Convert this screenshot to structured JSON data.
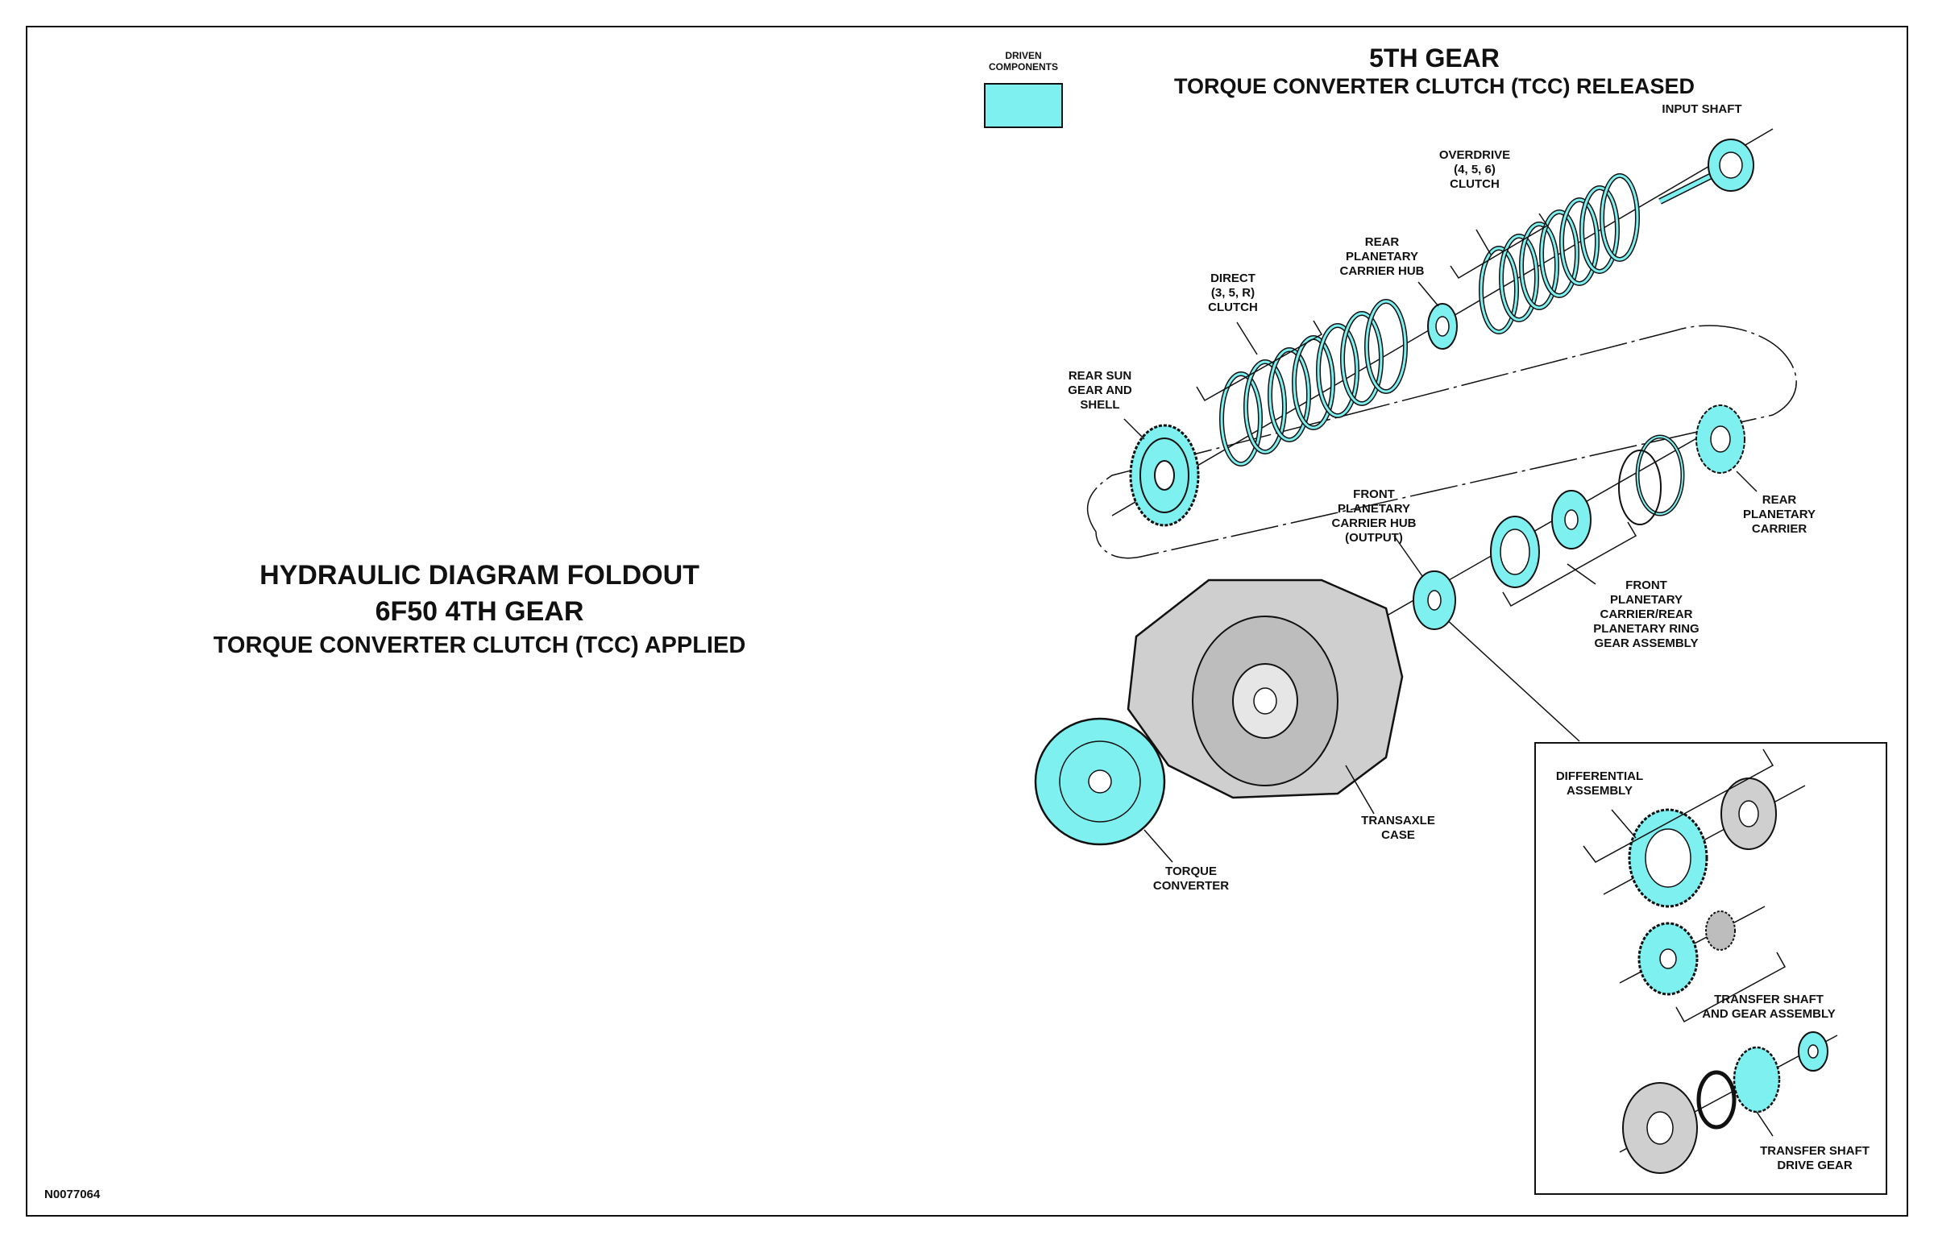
{
  "foldout": {
    "line1": "HYDRAULIC DIAGRAM FOLDOUT",
    "line2": "6F50 4TH GEAR",
    "line3": "TORQUE CONVERTER CLUTCH (TCC) APPLIED"
  },
  "header": {
    "title": "5TH GEAR",
    "subtitle": "TORQUE CONVERTER CLUTCH (TCC) RELEASED"
  },
  "legend": {
    "label": "DRIVEN\nCOMPONENTS",
    "color": "#7ff0f0"
  },
  "colors": {
    "driven": "#7ff0f0",
    "line": "#111111",
    "case": "#cfcfcf"
  },
  "labels": {
    "input_shaft": "INPUT SHAFT",
    "overdrive_clutch": "OVERDRIVE\n(4, 5, 6)\nCLUTCH",
    "rear_planetary_carrier_hub": "REAR\nPLANETARY\nCARRIER HUB",
    "direct_clutch": "DIRECT\n(3, 5, R)\nCLUTCH",
    "rear_sun_gear": "REAR SUN\nGEAR AND\nSHELL",
    "front_planetary_carrier_hub": "FRONT\nPLANETARY\nCARRIER HUB\n(OUTPUT)",
    "rear_planetary_carrier": "REAR\nPLANETARY\nCARRIER",
    "front_planetary_assembly": "FRONT\nPLANETARY\nCARRIER/REAR\nPLANETARY RING\nGEAR ASSEMBLY",
    "transaxle_case": "TRANSAXLE\nCASE",
    "torque_converter": "TORQUE\nCONVERTER",
    "differential_assembly": "DIFFERENTIAL\nASSEMBLY",
    "transfer_shaft_gear": "TRANSFER SHAFT\nAND GEAR ASSEMBLY",
    "transfer_shaft_drive_gear": "TRANSFER SHAFT\nDRIVE GEAR"
  },
  "figure_id": "N0077064"
}
